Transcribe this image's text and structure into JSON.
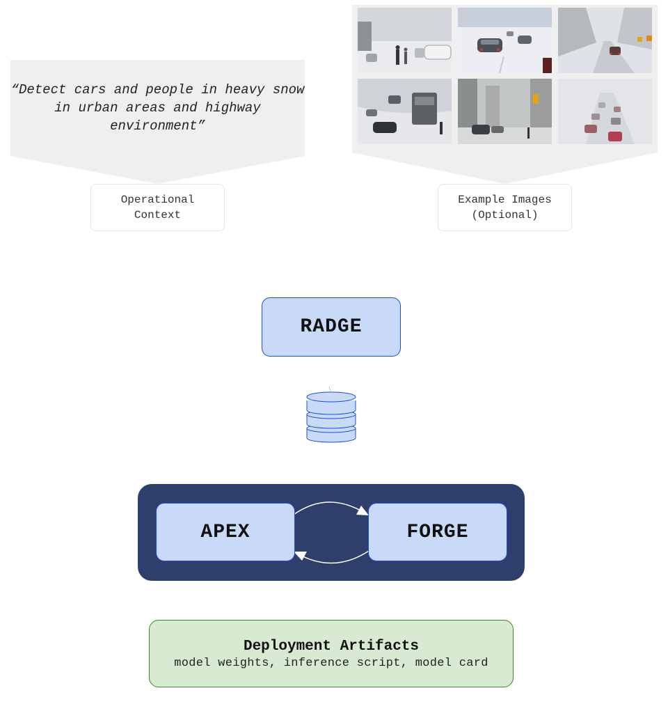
{
  "operational_context": {
    "quote": "“Detect cars and people in heavy snow in urban areas and highway environment”",
    "label": "Operational\nContext"
  },
  "example_images": {
    "label": "Example Images\n(Optional)",
    "thumbnails": [
      {
        "scene": "snowy street with pedestrians and parked cars"
      },
      {
        "scene": "cars on snow-covered road"
      },
      {
        "scene": "snowy highway with tree line"
      },
      {
        "scene": "snowplow and cars on snowy road"
      },
      {
        "scene": "snowy city street with traffic light"
      },
      {
        "scene": "traffic in heavy snow fog"
      }
    ]
  },
  "radge": {
    "label": "RADGE"
  },
  "database_icon": {
    "name": "database-icon"
  },
  "loop": {
    "left_label": "APEX",
    "right_label": "FORGE"
  },
  "artifacts": {
    "title": "Deployment Artifacts",
    "subtitle": "model weights, inference script, model card",
    "color": "#d9ead3"
  },
  "colors": {
    "box_fill": "#c9daf8",
    "box_border": "#1f4fd0",
    "panel": "#2e3f6e",
    "callout": "#efefef"
  }
}
